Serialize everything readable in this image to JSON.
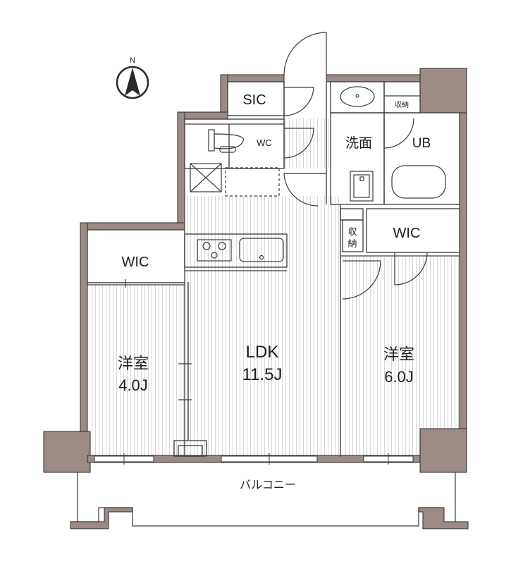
{
  "compass": {
    "north": "N"
  },
  "rooms": {
    "sic": "SIC",
    "wc": "WC",
    "storage_top": "収納",
    "washroom": "洗面",
    "ub": "UB",
    "storage_mid_1": "収",
    "storage_mid_2": "納",
    "wic_right": "WIC",
    "wic_left": "WIC",
    "western_left_name": "洋室",
    "western_left_size": "4.0J",
    "ldk_name": "LDK",
    "ldk_size": "11.5J",
    "western_right_name": "洋室",
    "western_right_size": "6.0J",
    "balcony": "バルコニー"
  },
  "colors": {
    "wall": "#9b8b84",
    "wall_stroke": "#2a2a2a",
    "line": "#3a3a3a",
    "floor_stripe": "#d3d3d3"
  }
}
